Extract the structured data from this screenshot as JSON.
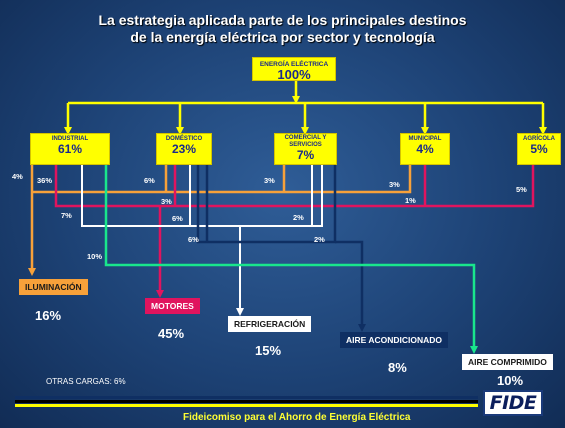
{
  "title": {
    "line1": "La estrategia aplicada parte de los principales destinos",
    "line2": "de la energía eléctrica por sector y tecnología"
  },
  "energy": {
    "label": "ENERGÍA ELÉCTRICA",
    "value": "100%"
  },
  "sectors": [
    {
      "label": "INDUSTRIAL",
      "value": "61%"
    },
    {
      "label": "DOMÉSTICO",
      "value": "23%"
    },
    {
      "label": "COMERCIAL Y SERVICIOS",
      "value": "7%"
    },
    {
      "label": "MUNICIPAL",
      "value": "4%"
    },
    {
      "label": "AGRÍCOLA",
      "value": "5%"
    }
  ],
  "flow_labels": {
    "ind_4": "4%",
    "ind_36": "36%",
    "ind_7": "7%",
    "ind_10": "10%",
    "dom_6a": "6%",
    "dom_3": "3%",
    "dom_6b": "6%",
    "dom_6c": "6%",
    "com_3": "3%",
    "com_2a": "2%",
    "com_2b": "2%",
    "mun_3": "3%",
    "mun_1": "1%",
    "agr_5": "5%"
  },
  "end_uses": [
    {
      "label": "ILUMINACIÓN",
      "value": "16%",
      "color": "#f7a13a"
    },
    {
      "label": "MOTORES",
      "value": "45%",
      "color": "#e0145e"
    },
    {
      "label": "REFRIGERACIÓN",
      "value": "15%",
      "color": "#ffffff"
    },
    {
      "label": "AIRE ACONDICIONADO",
      "value": "8%",
      "color": "#0f2f63"
    },
    {
      "label": "AIRE COMPRIMIDO",
      "value": "10%",
      "color": "#ffffff"
    }
  ],
  "otras": "OTRAS CARGAS: 6%",
  "footer": "Fideicomiso para el Ahorro de Energía Eléctrica",
  "logo": "FIDE",
  "colors": {
    "background": "#1d4275",
    "box": "#ffff00",
    "orange": "#f7a13a",
    "magenta": "#e0145e",
    "white": "#ffffff",
    "navy": "#0f2f63",
    "green": "#19e68c"
  }
}
